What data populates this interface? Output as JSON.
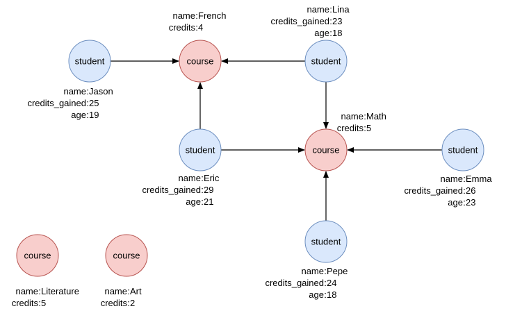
{
  "colors": {
    "student_fill": "#dae8fc",
    "student_stroke": "#6c8ebf",
    "course_fill": "#f8cecc",
    "course_stroke": "#b85450",
    "edge": "#000000"
  },
  "nodes": {
    "jason": {
      "type": "student",
      "label": "student",
      "props": [
        [
          "name",
          "Jason"
        ],
        [
          "credits_gained",
          "25"
        ],
        [
          "age",
          "19"
        ]
      ]
    },
    "french": {
      "type": "course",
      "label": "course",
      "props": [
        [
          "name",
          "French"
        ],
        [
          "credits",
          "4"
        ]
      ]
    },
    "lina": {
      "type": "student",
      "label": "student",
      "props": [
        [
          "name",
          "Lina"
        ],
        [
          "credits_gained",
          "23"
        ],
        [
          "age",
          "18"
        ]
      ]
    },
    "eric": {
      "type": "student",
      "label": "student",
      "props": [
        [
          "name",
          "Eric"
        ],
        [
          "credits_gained",
          "29"
        ],
        [
          "age",
          "21"
        ]
      ]
    },
    "math": {
      "type": "course",
      "label": "course",
      "props": [
        [
          "name",
          "Math"
        ],
        [
          "credits",
          "5"
        ]
      ]
    },
    "emma": {
      "type": "student",
      "label": "student",
      "props": [
        [
          "name",
          "Emma"
        ],
        [
          "credits_gained",
          "26"
        ],
        [
          "age",
          "23"
        ]
      ]
    },
    "pepe": {
      "type": "student",
      "label": "student",
      "props": [
        [
          "name",
          "Pepe"
        ],
        [
          "credits_gained",
          "24"
        ],
        [
          "age",
          "18"
        ]
      ]
    },
    "literature": {
      "type": "course",
      "label": "course",
      "props": [
        [
          "name",
          "Literature"
        ],
        [
          "credits",
          "5"
        ]
      ]
    },
    "art": {
      "type": "course",
      "label": "course",
      "props": [
        [
          "name",
          "Art"
        ],
        [
          "credits",
          "2"
        ]
      ]
    }
  },
  "edges": [
    {
      "from": "jason",
      "to": "french"
    },
    {
      "from": "lina",
      "to": "french"
    },
    {
      "from": "eric",
      "to": "french"
    },
    {
      "from": "lina",
      "to": "math"
    },
    {
      "from": "eric",
      "to": "math"
    },
    {
      "from": "emma",
      "to": "math"
    },
    {
      "from": "pepe",
      "to": "math"
    }
  ]
}
